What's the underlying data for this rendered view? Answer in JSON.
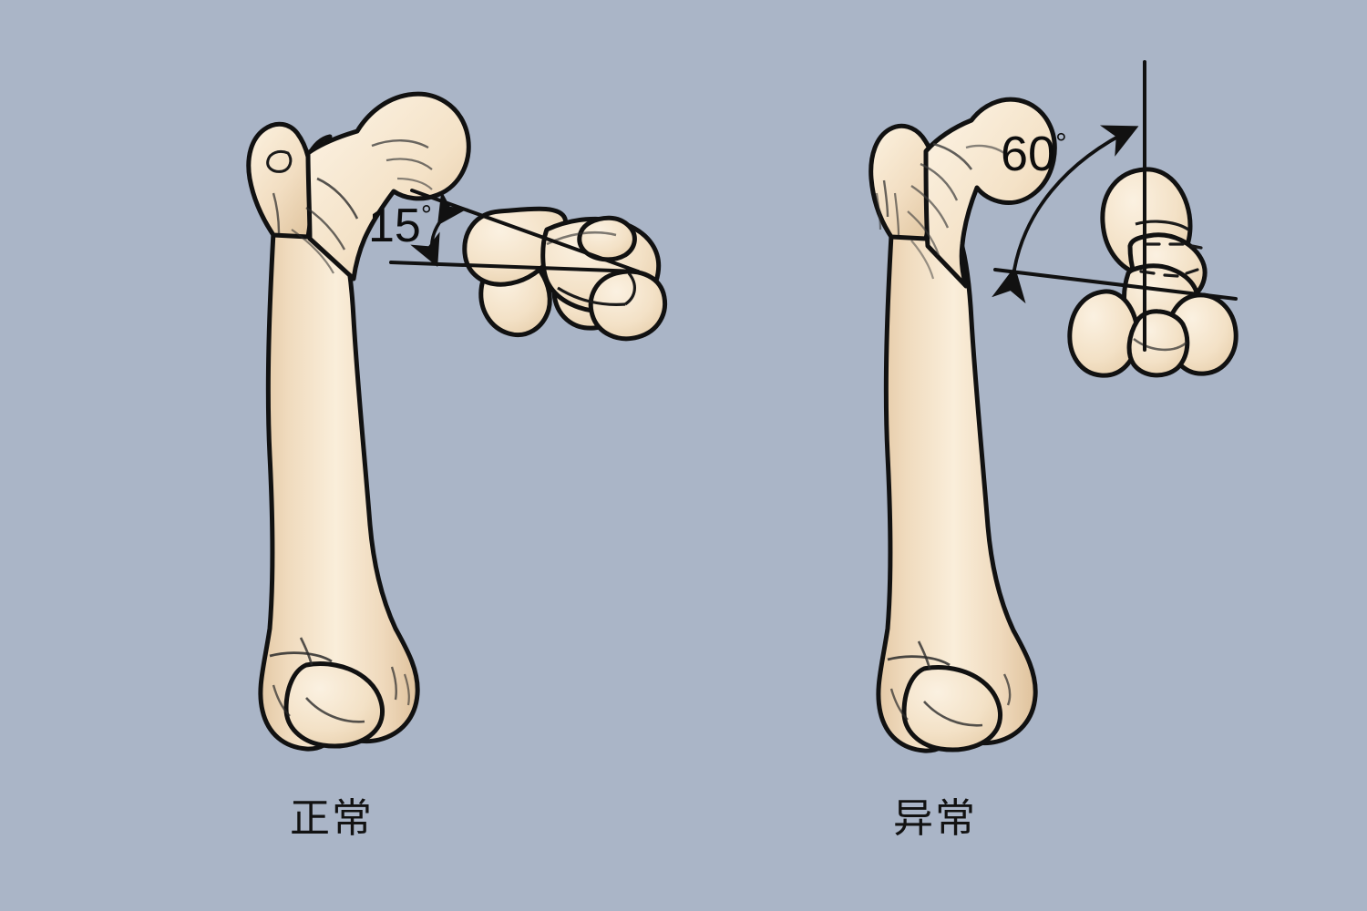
{
  "figure": {
    "title_visible": false,
    "background_color": "#aab5c7",
    "bone_fill_color": "#f5e2c8",
    "bone_shade_color": "#e8cfad",
    "outline_color": "#111111",
    "text_color": "#0d0d0d"
  },
  "panels": [
    {
      "id": "normal",
      "caption": "正常",
      "angle_value": "15",
      "angle_degree_symbol": "°",
      "angle_label": "15°",
      "description": "femoral anteversion normal",
      "reference_line_orientation": "oblique",
      "axial_view_orientation": "horizontal"
    },
    {
      "id": "abnormal",
      "caption": "异常",
      "angle_value": "60",
      "angle_degree_symbol": "°",
      "angle_label": "60°",
      "description": "femoral anteversion increased",
      "reference_line_orientation": "vertical",
      "axial_view_orientation": "vertical"
    }
  ],
  "labels": {
    "left_angle": "15",
    "left_degree": "°",
    "right_angle": "60",
    "right_degree": "°",
    "left_caption": "正常",
    "right_caption": "异常"
  }
}
